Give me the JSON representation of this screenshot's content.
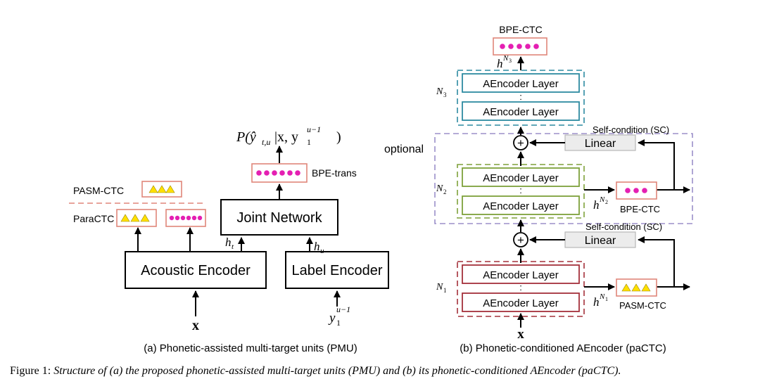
{
  "colors": {
    "dot": "#e41fb2",
    "triangle": "#ffe000",
    "unit_box_border": "#e0867a",
    "n1_border": "#a4303a",
    "n2_border": "#7ea13a",
    "n3_border": "#2d8aa1",
    "optional_border": "#9b8fc9",
    "linear_fill": "#ececec"
  },
  "left": {
    "acoustic_encoder": "Acoustic Encoder",
    "label_encoder": "Label Encoder",
    "joint_network": "Joint Network",
    "x_input": "x",
    "y_input_base": "y",
    "y_input_sub": "1",
    "y_input_sup": "u−1",
    "h_t_base": "h",
    "h_t_sub": "t",
    "h_u_base": "h",
    "h_u_sub": "u",
    "output_prob": "P(ŷ",
    "output_prob_sub": "t,u",
    "output_prob_mid": "|x, y",
    "output_prob_sub2": "1",
    "output_prob_sup2": "u−1",
    "output_prob_close": ")",
    "bpe_trans": "BPE-trans",
    "pasm_ctc": "PASM-CTC",
    "para_ctc": "ParaCTC",
    "caption": "(a) Phonetic-assisted multi-target units  (PMU)"
  },
  "right": {
    "bpe_ctc_top": "BPE-CTC",
    "h_n3_base": "h",
    "h_n3_sup": "N",
    "h_n3_supsub": "3",
    "n3_label": "N",
    "n3_sub": "3",
    "aencoder_layer": "AEncoder Layer",
    "ellipsis": ":",
    "optional": "optional",
    "self_condition": "Self-condition (SC)",
    "linear": "Linear",
    "plus": "+",
    "n2_label": "N",
    "n2_sub": "2",
    "h_n2_base": "h",
    "h_n2_sup": "N",
    "h_n2_supsub": "2",
    "bpe_ctc_mid": "BPE-CTC",
    "n1_label": "N",
    "n1_sub": "1",
    "h_n1_base": "h",
    "h_n1_sup": "N",
    "h_n1_supsub": "1",
    "pasm_ctc": "PASM-CTC",
    "x_input": "x",
    "caption": "(b)  Phonetic-conditioned AEncoder (paCTC)"
  },
  "figure_caption": {
    "prefix": "Figure 1: ",
    "text": "Structure of (a) the proposed phonetic-assisted multi-target units (PMU) and (b) its phonetic-conditioned AEncoder (paCTC)."
  }
}
